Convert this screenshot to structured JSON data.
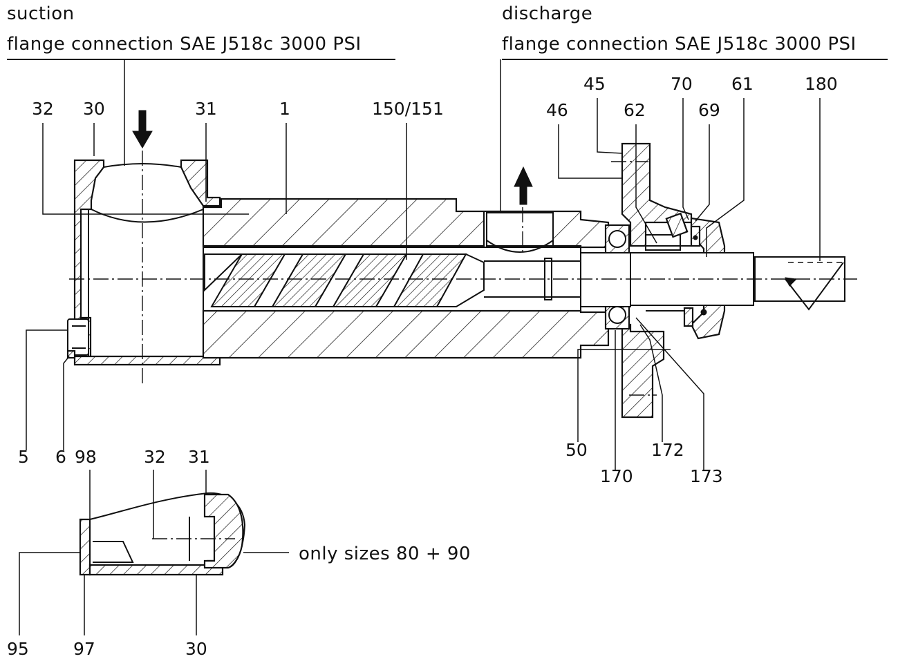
{
  "headers": {
    "suction_title": "suction",
    "suction_flange": "flange connection SAE J518c 3000 PSI",
    "discharge_title": "discharge",
    "discharge_flange": "flange connection SAE J518c 3000 PSI"
  },
  "main_labels": {
    "l32": "32",
    "l30": "30",
    "l31": "31",
    "l1": "1",
    "l150": "150/151",
    "l46": "46",
    "l45": "45",
    "l62": "62",
    "l70": "70",
    "l69": "69",
    "l61": "61",
    "l180": "180",
    "l5": "5",
    "l6": "6",
    "l50": "50",
    "l170": "170",
    "l172": "172",
    "l173": "173"
  },
  "detail_labels": {
    "l98": "98",
    "l32": "32",
    "l31": "31",
    "l95": "95",
    "l97": "97",
    "l30": "30",
    "note": "only sizes 80 + 90"
  }
}
